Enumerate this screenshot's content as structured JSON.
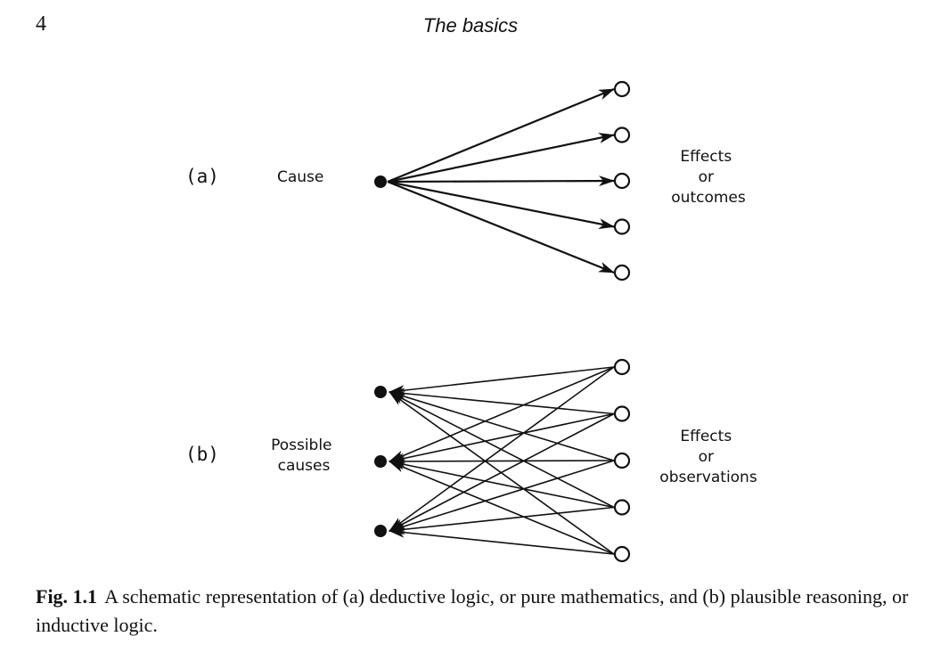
{
  "header": {
    "page_number": "4",
    "running_title": "The basics"
  },
  "figure": {
    "panel_a": {
      "label": "(a)",
      "cause_label": "Cause",
      "effects_label": [
        "Effects",
        "or",
        "outcomes"
      ],
      "cause_count": 1,
      "effect_count": 5,
      "arrow_direction": "cause-to-effects"
    },
    "panel_b": {
      "label": "(b)",
      "cause_label": [
        "Possible",
        "causes"
      ],
      "effects_label": [
        "Effects",
        "or",
        "observations"
      ],
      "cause_count": 3,
      "effect_count": 5,
      "arrow_direction": "effects-to-causes"
    }
  },
  "caption": {
    "label": "Fig. 1.1",
    "text": "A schematic representation of (a) deductive logic, or pure mathematics, and (b) plausible reasoning, or inductive logic."
  }
}
